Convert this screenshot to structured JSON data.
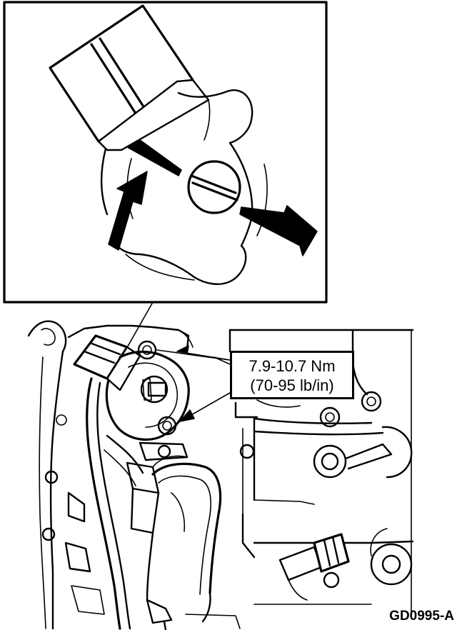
{
  "torque_spec": {
    "metric": "7.9-10.7 Nm",
    "imperial": "(70-95 lb/in)"
  },
  "figure_code": "GD0995-A",
  "colors": {
    "ink": "#000000",
    "paper": "#ffffff"
  }
}
